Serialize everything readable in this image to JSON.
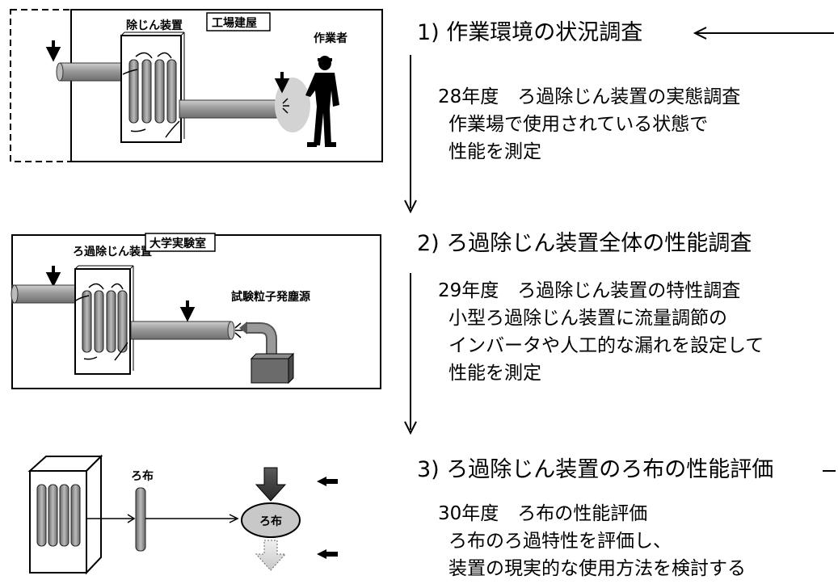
{
  "stages": [
    {
      "heading": "1) 作業環境の状況調査",
      "lines": [
        "28年度　ろ過除じん装置の実態調査",
        "作業場で使用されている状態で",
        "性能を測定"
      ]
    },
    {
      "heading": "2) ろ過除じん装置全体の性能調査",
      "lines": [
        "29年度　ろ過除じん装置の特性調査",
        "小型ろ過除じん装置に流量調節の",
        "インバータや人工的な漏れを設定して",
        "性能を測定"
      ]
    },
    {
      "heading": "3) ろ過除じん装置のろ布の性能評価",
      "lines": [
        "30年度　ろ布の性能評価",
        "ろ布のろ過特性を評価し、",
        "装置の現実的な使用方法を検討する"
      ]
    }
  ],
  "figures": {
    "factory": {
      "device_label": "除じん装置",
      "building_label": "工場建屋",
      "worker_label": "作業者"
    },
    "lab": {
      "device_label": "ろ過除じん装置",
      "building_label": "大学実験室",
      "source_label": "試験粒子発塵源"
    },
    "filter": {
      "cloth_label": "ろ布",
      "ellipse_label": "ろ布"
    }
  }
}
